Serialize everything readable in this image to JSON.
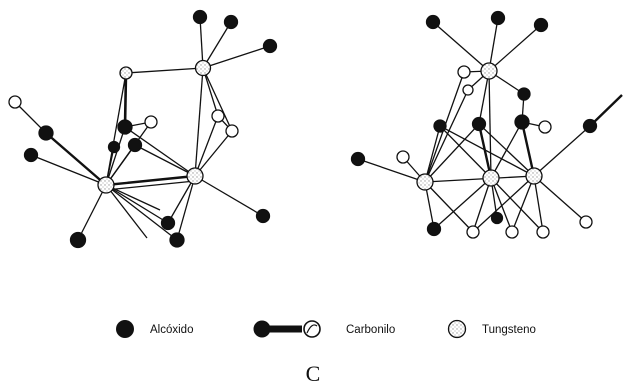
{
  "legend": {
    "alkoxide": {
      "label": "Alcóxido",
      "icon": "filled-black-circle-icon"
    },
    "carbonyl": {
      "label": "Carbonilo",
      "icon": "carbonyl-dumbbell-icon"
    },
    "tungsten": {
      "label": "Tungsteno",
      "icon": "speckled-circle-icon"
    }
  },
  "caption": "C",
  "colors": {
    "ink": "#111111",
    "paper": "#ffffff",
    "speckle": "#9a9a9a"
  }
}
